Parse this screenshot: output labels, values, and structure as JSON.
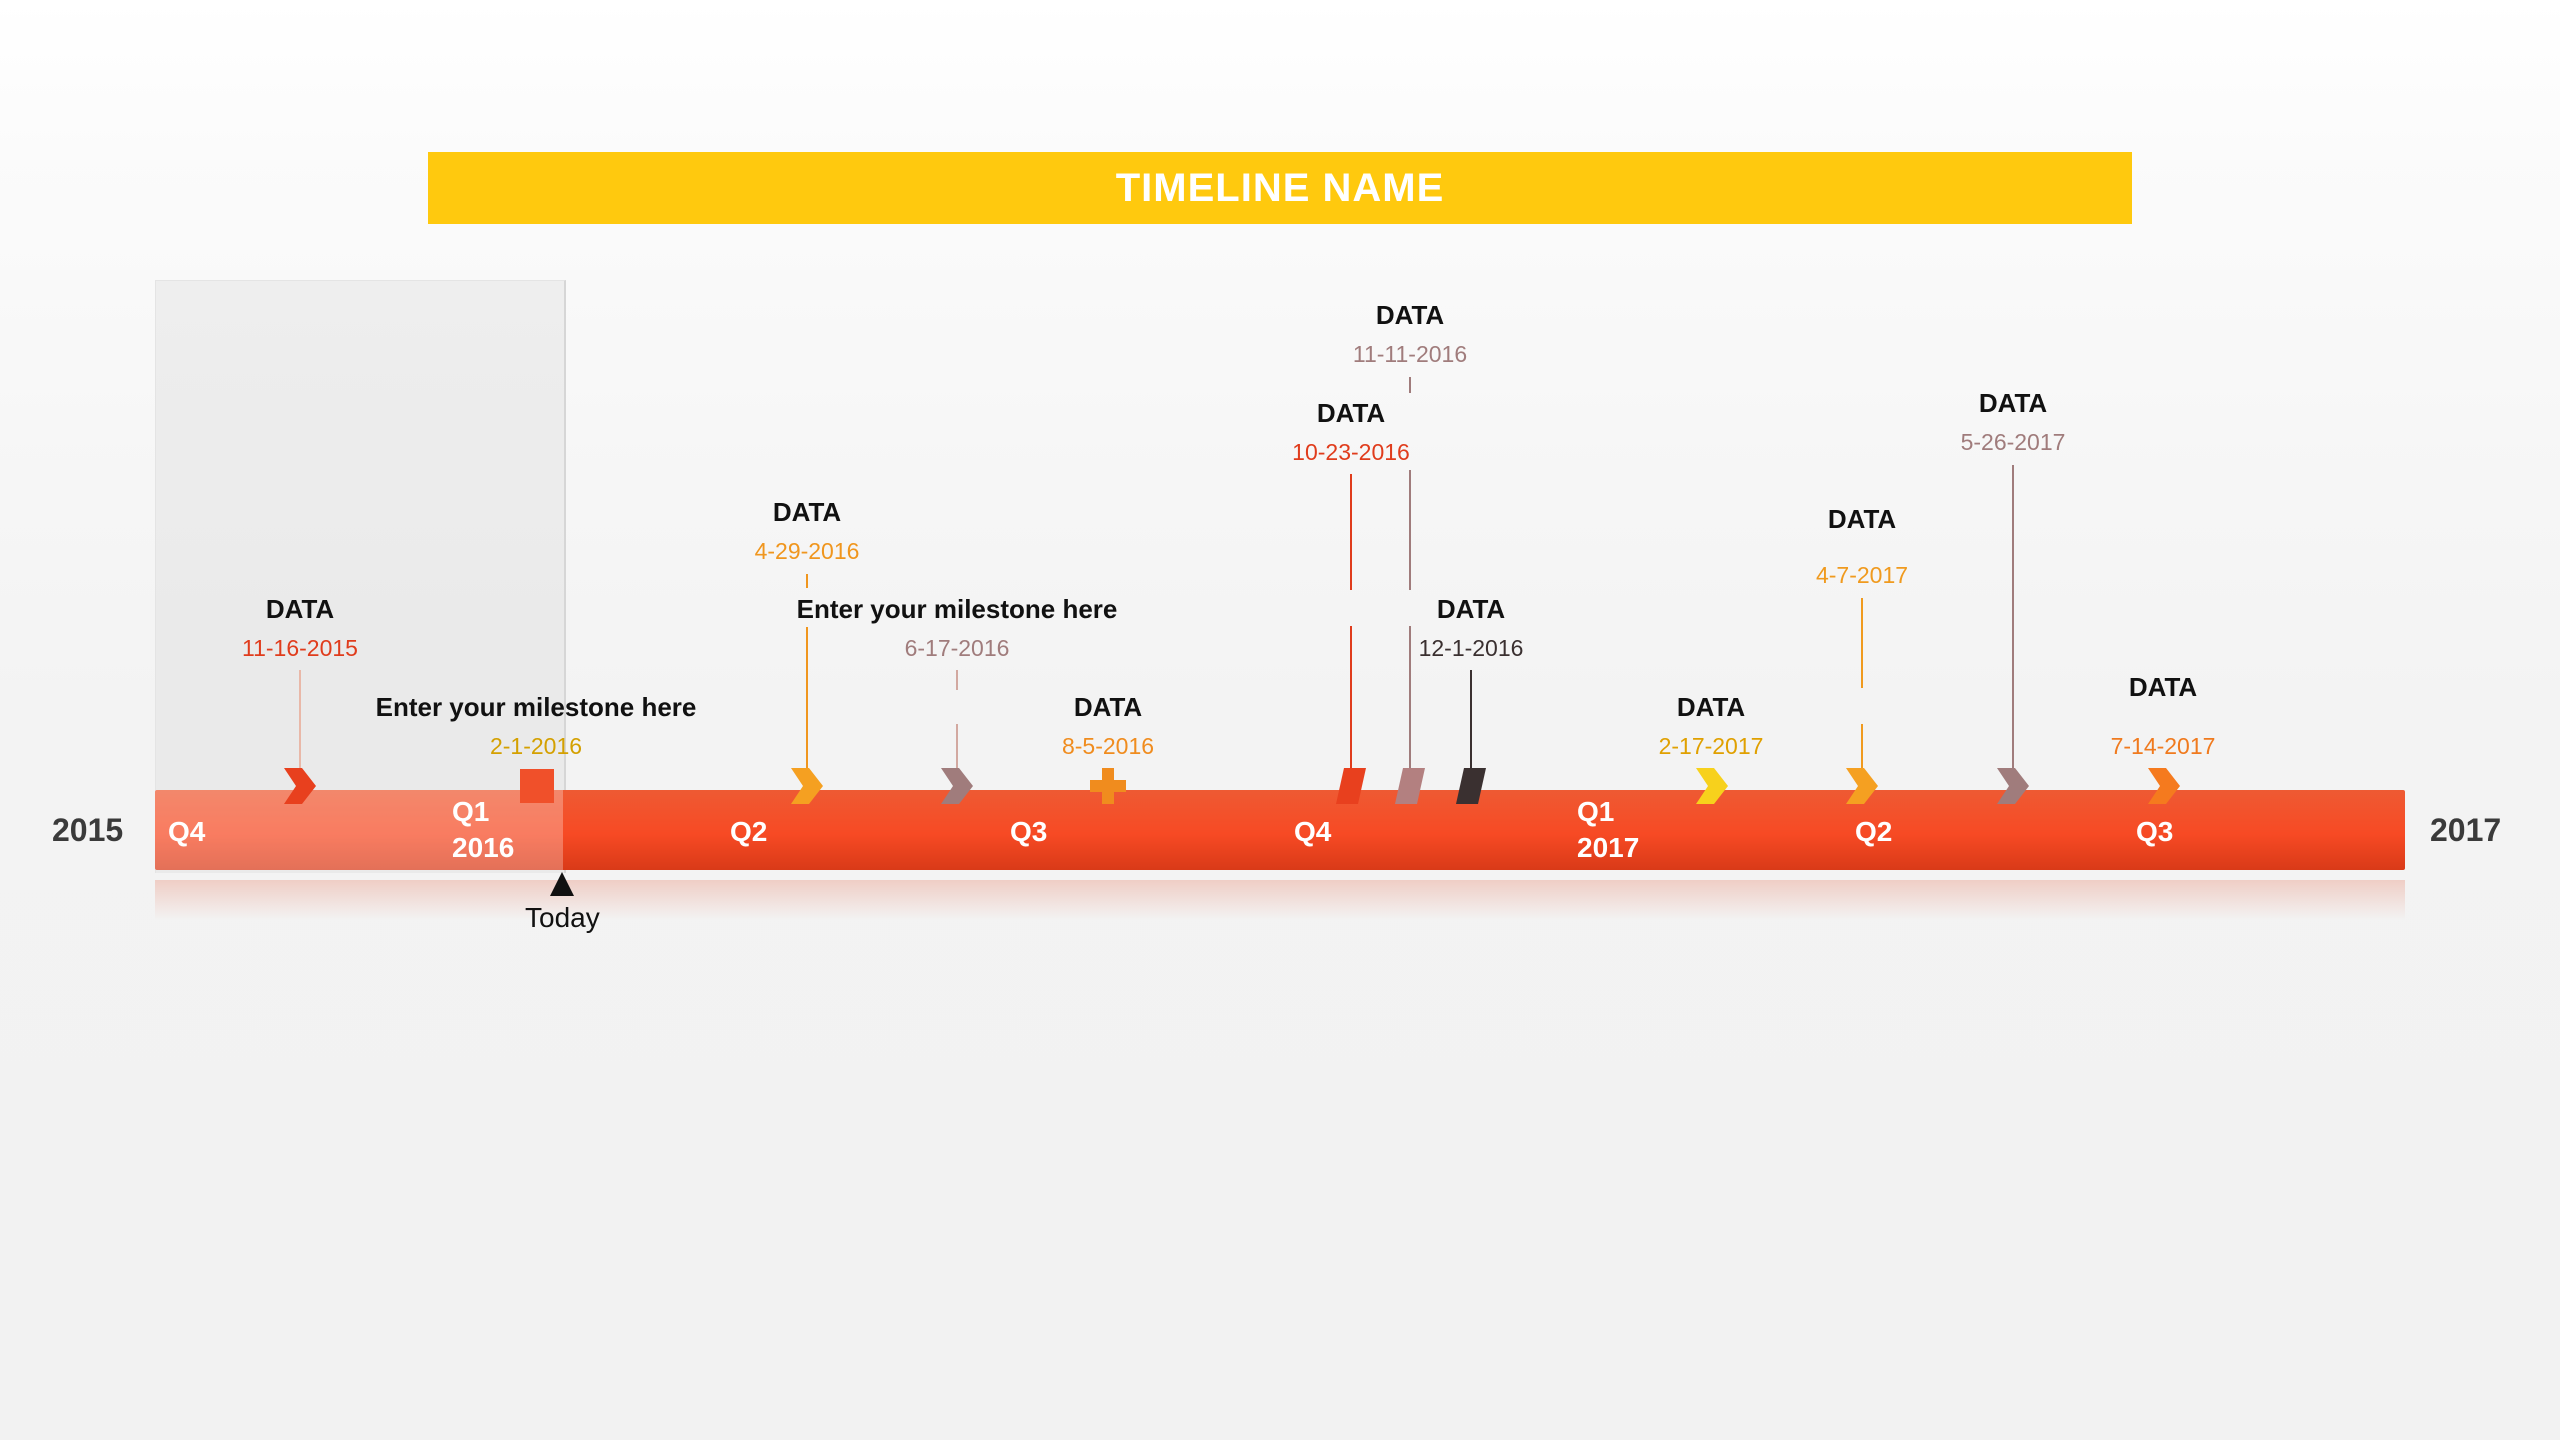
{
  "timeline": {
    "title": "TIMELINE NAME",
    "start_year": "2015",
    "end_year": "2017",
    "today_label": "Today"
  },
  "quarters": [
    {
      "label": "Q4",
      "year": ""
    },
    {
      "label": "Q1",
      "year": "2016"
    },
    {
      "label": "Q2",
      "year": ""
    },
    {
      "label": "Q3",
      "year": ""
    },
    {
      "label": "Q4",
      "year": ""
    },
    {
      "label": "Q1",
      "year": "2017"
    },
    {
      "label": "Q2",
      "year": ""
    },
    {
      "label": "Q3",
      "year": ""
    }
  ],
  "milestones": [
    {
      "title": "DATA",
      "date": "11-16-2015",
      "color": "#e03c1c",
      "marker": "chevron-icon"
    },
    {
      "title": "Enter your milestone here",
      "date": "2-1-2016",
      "color": "#d4a000",
      "marker": "square-icon"
    },
    {
      "title": "DATA",
      "date": "4-29-2016",
      "color": "#f0961e",
      "marker": "chevron-icon"
    },
    {
      "title": "Enter your milestone here",
      "date": "6-17-2016",
      "color": "#a07c7c",
      "marker": "chevron-icon"
    },
    {
      "title": "DATA",
      "date": "8-5-2016",
      "color": "#f08c1e",
      "marker": "cross-icon"
    },
    {
      "title": "DATA",
      "date": "10-23-2016",
      "color": "#e03c1c",
      "marker": "parallelogram-icon"
    },
    {
      "title": "DATA",
      "date": "11-11-2016",
      "color": "#a07c7c",
      "marker": "parallelogram-icon"
    },
    {
      "title": "DATA",
      "date": "12-1-2016",
      "color": "#3a3030",
      "marker": "parallelogram-icon"
    },
    {
      "title": "DATA",
      "date": "2-17-2017",
      "color": "#e0a000",
      "marker": "chevron-icon"
    },
    {
      "title": "DATA",
      "date": "4-7-2017",
      "color": "#f09a1e",
      "marker": "chevron-icon"
    },
    {
      "title": "DATA",
      "date": "5-26-2017",
      "color": "#a07c7c",
      "marker": "chevron-icon"
    },
    {
      "title": "DATA",
      "date": "7-14-2017",
      "color": "#f07a1e",
      "marker": "chevron-icon"
    }
  ]
}
